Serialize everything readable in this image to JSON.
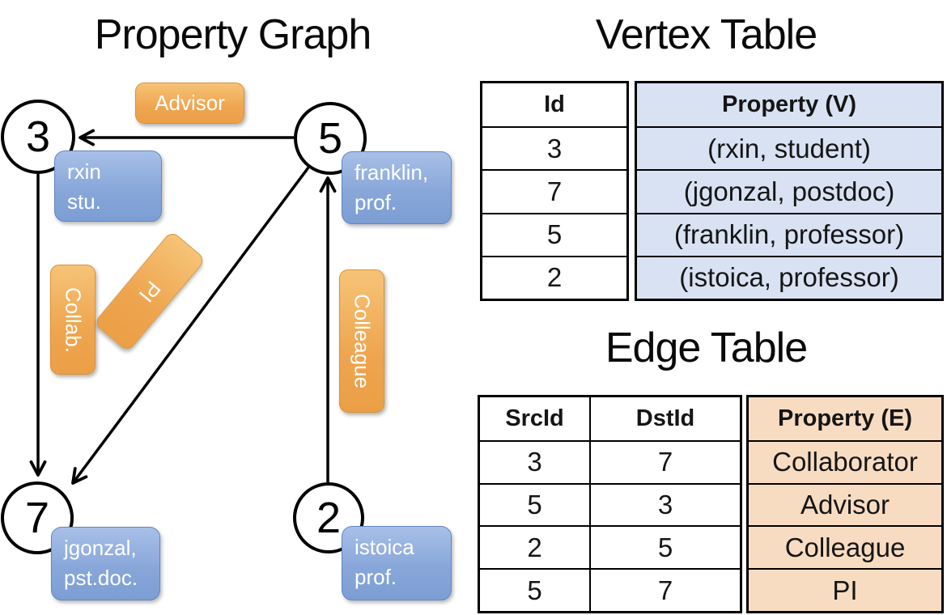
{
  "graph": {
    "title": "Property Graph",
    "nodes": [
      {
        "id": "3",
        "property_line1": "rxin",
        "property_line2": "stu."
      },
      {
        "id": "5",
        "property_line1": "franklin,",
        "property_line2": "prof."
      },
      {
        "id": "7",
        "property_line1": "jgonzal,",
        "property_line2": "pst.doc."
      },
      {
        "id": "2",
        "property_line1": "istoica",
        "property_line2": "prof."
      }
    ],
    "edge_labels": [
      {
        "label": "Advisor"
      },
      {
        "label": "Collab."
      },
      {
        "label": "PI"
      },
      {
        "label": "Colleague"
      }
    ]
  },
  "vertex_table": {
    "title": "Vertex Table",
    "headers": {
      "id": "Id",
      "property": "Property (V)"
    },
    "rows": [
      {
        "id": "3",
        "property": "(rxin, student)"
      },
      {
        "id": "7",
        "property": "(jgonzal, postdoc)"
      },
      {
        "id": "5",
        "property": "(franklin, professor)"
      },
      {
        "id": "2",
        "property": "(istoica, professor)"
      }
    ]
  },
  "edge_table": {
    "title": "Edge Table",
    "headers": {
      "src": "SrcId",
      "dst": "DstId",
      "property": "Property (E)"
    },
    "rows": [
      {
        "src": "3",
        "dst": "7",
        "property": "Collaborator"
      },
      {
        "src": "5",
        "dst": "3",
        "property": "Advisor"
      },
      {
        "src": "2",
        "dst": "5",
        "property": "Colleague"
      },
      {
        "src": "5",
        "dst": "7",
        "property": "PI"
      }
    ]
  },
  "colors": {
    "edge_label_fill": "#eea54f",
    "vertex_box_fill": "#88a7d9",
    "vertex_table_property_bg": "#d9e2f3",
    "edge_table_property_bg": "#f8dcc2",
    "line_color": "#000000"
  }
}
